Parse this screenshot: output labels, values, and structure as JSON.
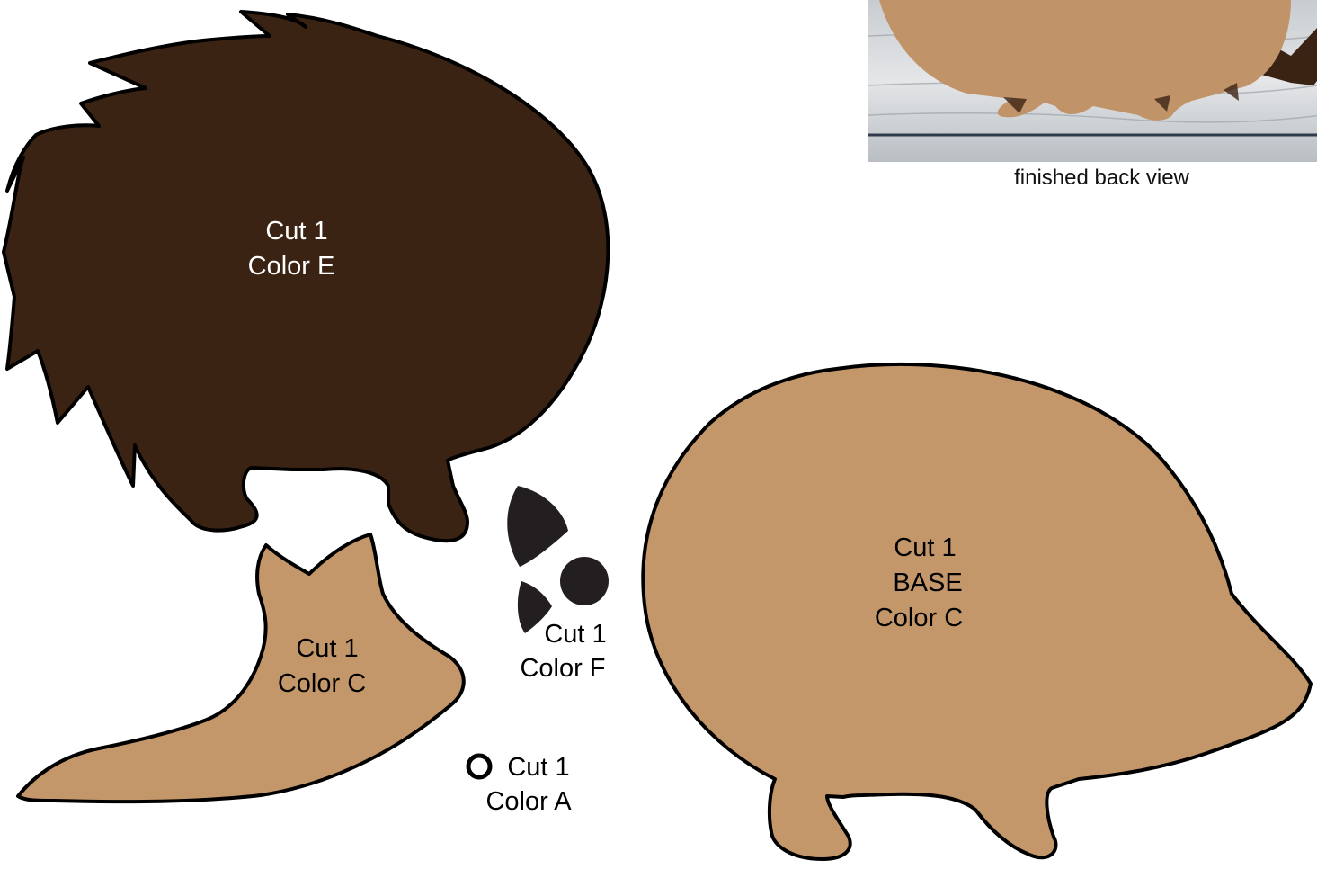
{
  "colors": {
    "color_e": "#3b2314",
    "color_c": "#c3976a",
    "color_f": "#231f20",
    "color_a": "#ffffff",
    "outline": "#000000"
  },
  "pieces": {
    "spines": {
      "line1": "Cut 1",
      "line2": "Color E"
    },
    "base": {
      "line1": "Cut 1",
      "line2": "BASE",
      "line3": "Color C"
    },
    "head": {
      "line1": "Cut 1",
      "line2": "Color C"
    },
    "features": {
      "line1": "Cut 1",
      "line2": "Color F"
    },
    "eye_ring": {
      "line1": "Cut 1",
      "line2": "Color A"
    }
  },
  "photo": {
    "caption": "finished back view"
  }
}
